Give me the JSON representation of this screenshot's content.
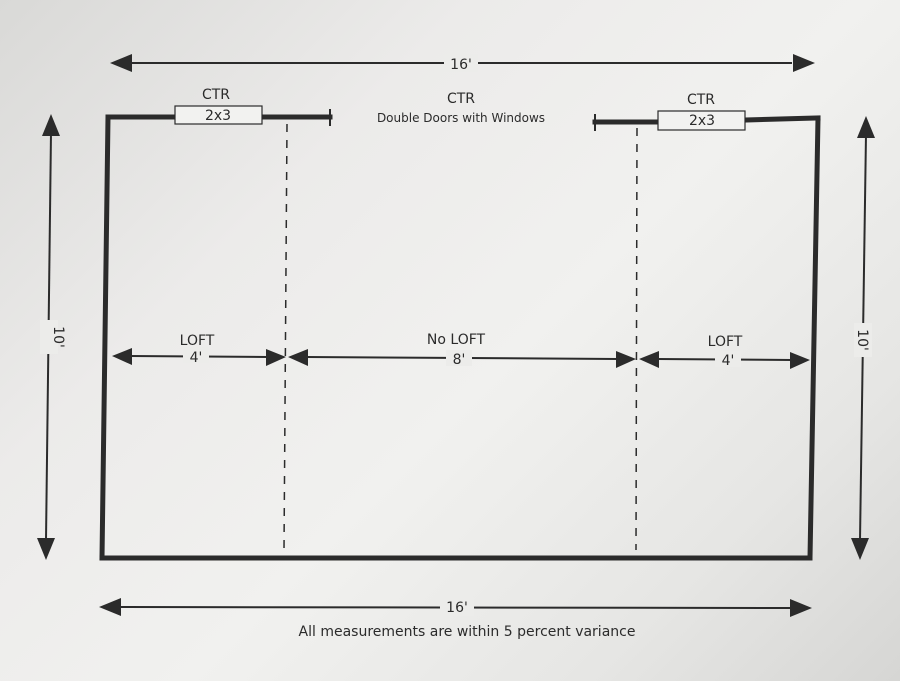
{
  "dimensions": {
    "top_width": "16'",
    "bottom_width": "16'",
    "left_height": "10'",
    "right_height": "10'"
  },
  "openings": [
    {
      "id": "left-window",
      "location": "CTR",
      "size": "2x3"
    },
    {
      "id": "double-doors",
      "location": "CTR",
      "label": "Double Doors with Windows"
    },
    {
      "id": "right-window",
      "location": "CTR",
      "size": "2x3"
    }
  ],
  "zones": [
    {
      "id": "left-loft",
      "label": "LOFT",
      "length": "4'"
    },
    {
      "id": "center",
      "label": "No LOFT",
      "length": "8'"
    },
    {
      "id": "right-loft",
      "label": "LOFT",
      "length": "4'"
    }
  ],
  "footnote": "All measurements are within 5 percent variance"
}
